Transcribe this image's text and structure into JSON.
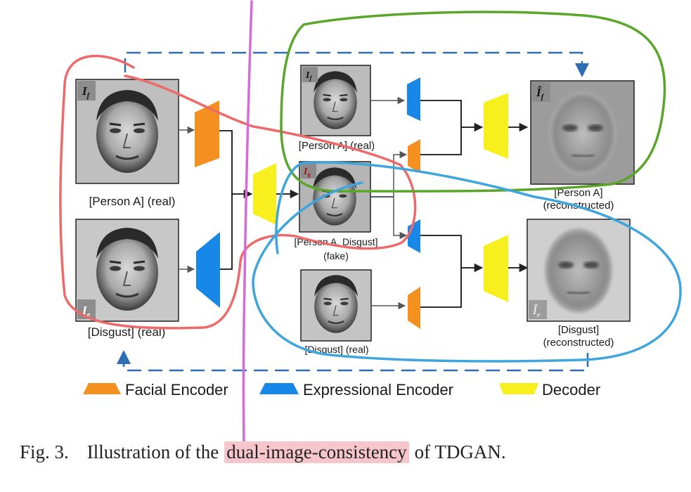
{
  "faces": {
    "source_face_symbol": "I",
    "source_face_sub": "f",
    "source_face_label": "[Person A] (real)",
    "source_expr_symbol": "I",
    "source_expr_sub": "e",
    "source_expr_label": "[Disgust] (real)",
    "mid_face_symbol": "I",
    "mid_face_sub": "f",
    "mid_face_label": "[Person A] (real)",
    "gen_symbol": "I",
    "gen_sub": "g",
    "gen_label_line1": "[Person A, Disgust]",
    "gen_label_line2": "(fake)",
    "mid_expr_label": "[Disgust] (real)",
    "recon_face_symbol": "Î",
    "recon_face_sub": "f",
    "recon_face_label_line1": "[Person A]",
    "recon_face_label_line2": "(reconstructed)",
    "recon_expr_symbol": "Î",
    "recon_expr_sub": "e",
    "recon_expr_label_line1": "[Disgust]",
    "recon_expr_label_line2": "(reconstructed)"
  },
  "legend": {
    "facial_encoder": "Facial Encoder",
    "expressional_encoder": "Expressional Encoder",
    "decoder": "Decoder"
  },
  "caption": {
    "fig_label": "Fig. 3.",
    "text_before": "Illustration of the",
    "highlight": "dual-image-consistency",
    "text_after": "of TDGAN."
  },
  "colors": {
    "facial_encoder": "#f39020",
    "expressional_encoder": "#1787e8",
    "decoder": "#f7f01e",
    "arrow_dash": "#2e6db0",
    "annotation_red": "#ee6a6a",
    "annotation_green": "#5aa62b",
    "annotation_blue": "#3ea6dc",
    "annotation_violet": "#d66ad8",
    "highlight": "#f6c6cc"
  }
}
